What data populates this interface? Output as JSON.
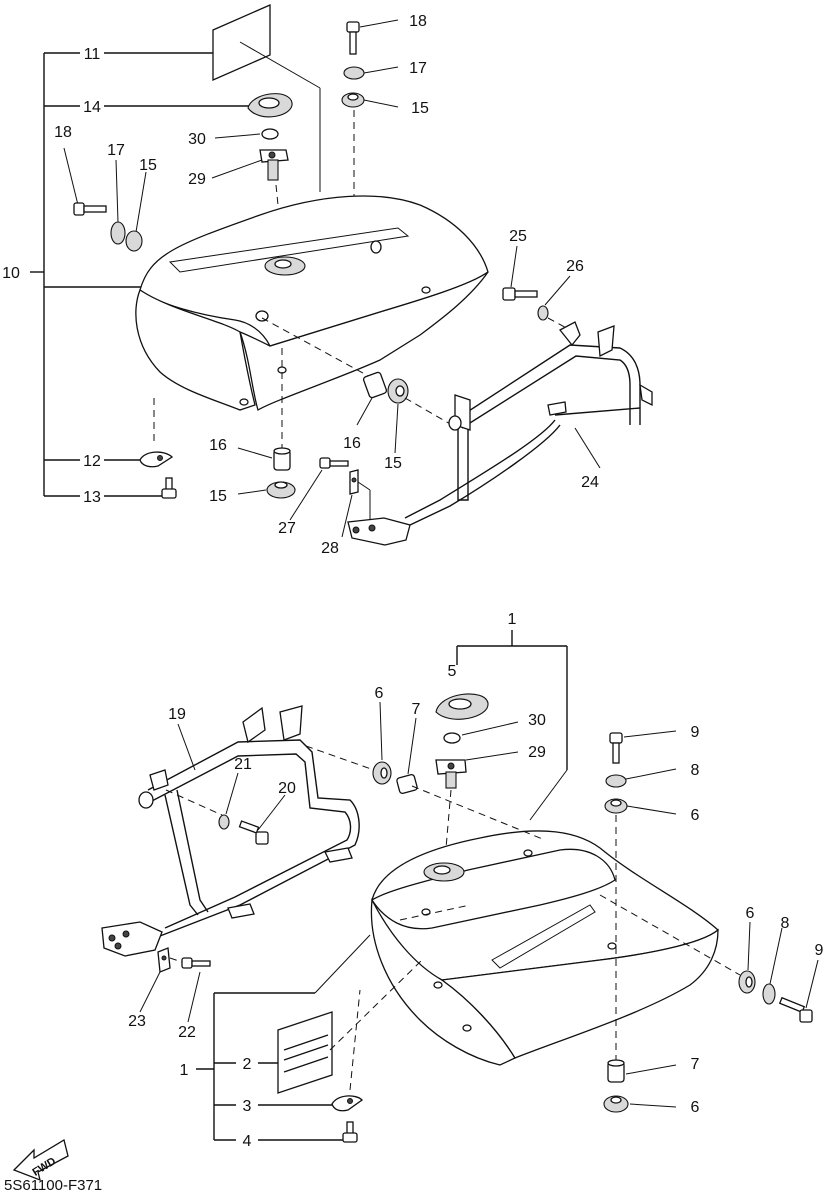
{
  "diagram_code": "5S61100-F371",
  "fwd_label": "FWD",
  "upper_callouts": {
    "c11": "11",
    "c14": "14",
    "c30": "30",
    "c29": "29",
    "c18a": "18",
    "c17a": "17",
    "c15a": "15",
    "c18b": "18",
    "c17b": "17",
    "c15b": "15",
    "c10": "10",
    "c25": "25",
    "c26": "26",
    "c12": "12",
    "c13": "13",
    "c16a": "16",
    "c15c": "15",
    "c16b": "16",
    "c15d": "15",
    "c27": "27",
    "c28": "28",
    "c24": "24"
  },
  "lower_callouts": {
    "c1top": "1",
    "c5": "5",
    "c6a": "6",
    "c7a": "7",
    "c30": "30",
    "c29": "29",
    "c19": "19",
    "c21": "21",
    "c20": "20",
    "c9a": "9",
    "c8a": "8",
    "c6b": "6",
    "c6c": "6",
    "c8b": "8",
    "c9b": "9",
    "c23": "23",
    "c22": "22",
    "c1side": "1",
    "c2": "2",
    "c3": "3",
    "c4": "4",
    "c7b": "7",
    "c6d": "6"
  }
}
